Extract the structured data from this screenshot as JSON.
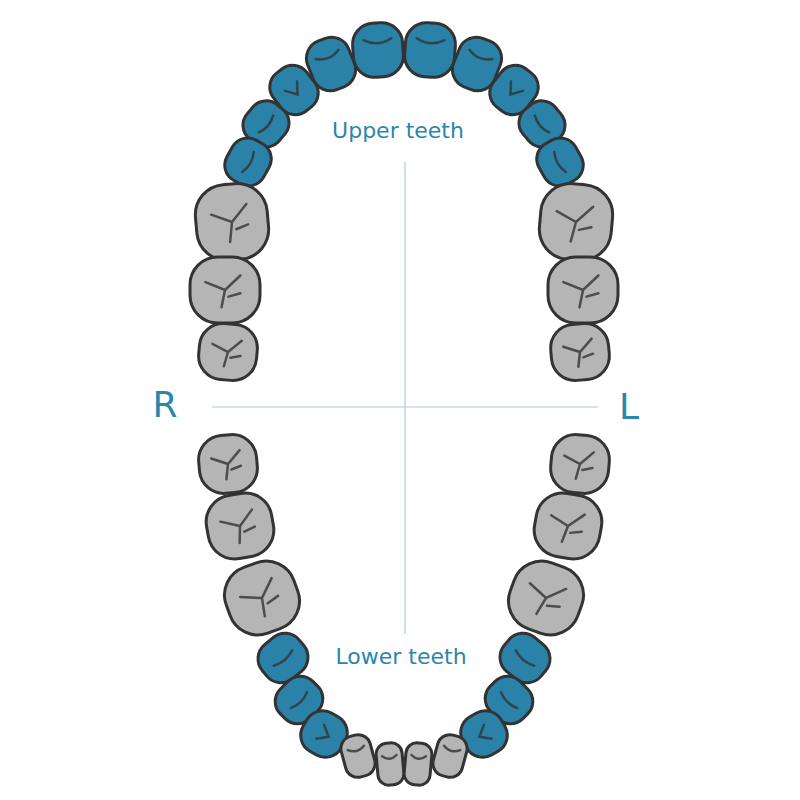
{
  "diagram": {
    "labels": [
      "Upper teeth",
      "Lower teeth",
      "R",
      "L"
    ]
  }
}
